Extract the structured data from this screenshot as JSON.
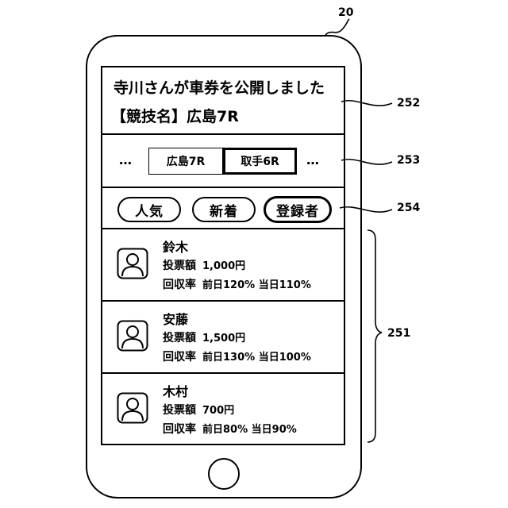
{
  "refs": {
    "device": "20",
    "notification_area": "252",
    "race_tabs": "253",
    "sort_buttons": "254",
    "user_list": "251"
  },
  "notification": {
    "title": "寺川さんが車券を公開しました",
    "race_line": "【競技名】広島7R"
  },
  "race_tabs": {
    "left_more": "…",
    "right_more": "…",
    "items": [
      "広島7R",
      "取手6R"
    ]
  },
  "sort": {
    "popular": "人気",
    "new": "新着",
    "registered": "登録者"
  },
  "users": [
    {
      "name": "鈴木",
      "bet_label": "投票額",
      "bet_value": "1,000円",
      "return_label": "回収率",
      "return_value": "前日120% 当日110%"
    },
    {
      "name": "安藤",
      "bet_label": "投票額",
      "bet_value": "1,500円",
      "return_label": "回収率",
      "return_value": "前日130% 当日100%"
    },
    {
      "name": "木村",
      "bet_label": "投票額",
      "bet_value": "700円",
      "return_label": "回収率",
      "return_value": "前日80% 当日90%"
    }
  ],
  "icons": {
    "avatar": "user-avatar-icon",
    "home": "home-button"
  }
}
